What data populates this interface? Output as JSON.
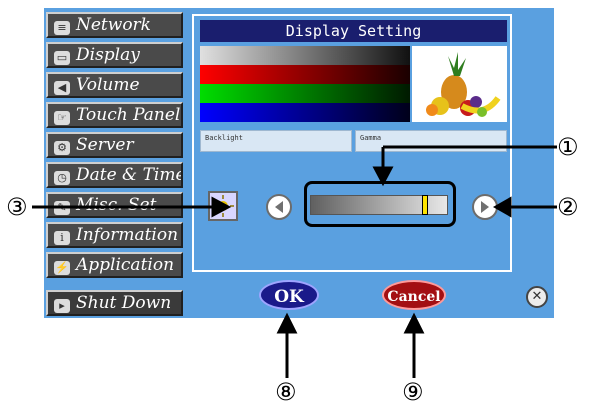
{
  "sidebar": {
    "items": [
      {
        "label": "Network",
        "icon": "network-icon"
      },
      {
        "label": "Display",
        "icon": "display-icon"
      },
      {
        "label": "Volume",
        "icon": "speaker-icon"
      },
      {
        "label": "Touch Panel",
        "icon": "touch-panel-icon"
      },
      {
        "label": "Server",
        "icon": "gear-icon"
      },
      {
        "label": "Date & Time",
        "icon": "clock-icon"
      },
      {
        "label": "Misc. Set",
        "icon": "pencil-icon"
      },
      {
        "label": "Information",
        "icon": "info-icon"
      },
      {
        "label": "Application",
        "icon": "lightning-icon"
      }
    ],
    "shutdown": {
      "label": "Shut Down",
      "icon": "exit-icon"
    }
  },
  "panel": {
    "title": "Display Setting",
    "tabs": [
      "Backlight",
      "Gamma"
    ],
    "backlight_level": 0.85
  },
  "buttons": {
    "ok": "OK",
    "cancel": "Cancel"
  },
  "callouts": {
    "c1": "①",
    "c2": "②",
    "c3": "③",
    "c8": "⑧",
    "c9": "⑨"
  },
  "colors": {
    "screen": "#5aa0e0",
    "title_bg": "#1a1e6e",
    "ok": "#1a1a8a",
    "cancel": "#a30f12",
    "thumb": "#ffe400"
  }
}
